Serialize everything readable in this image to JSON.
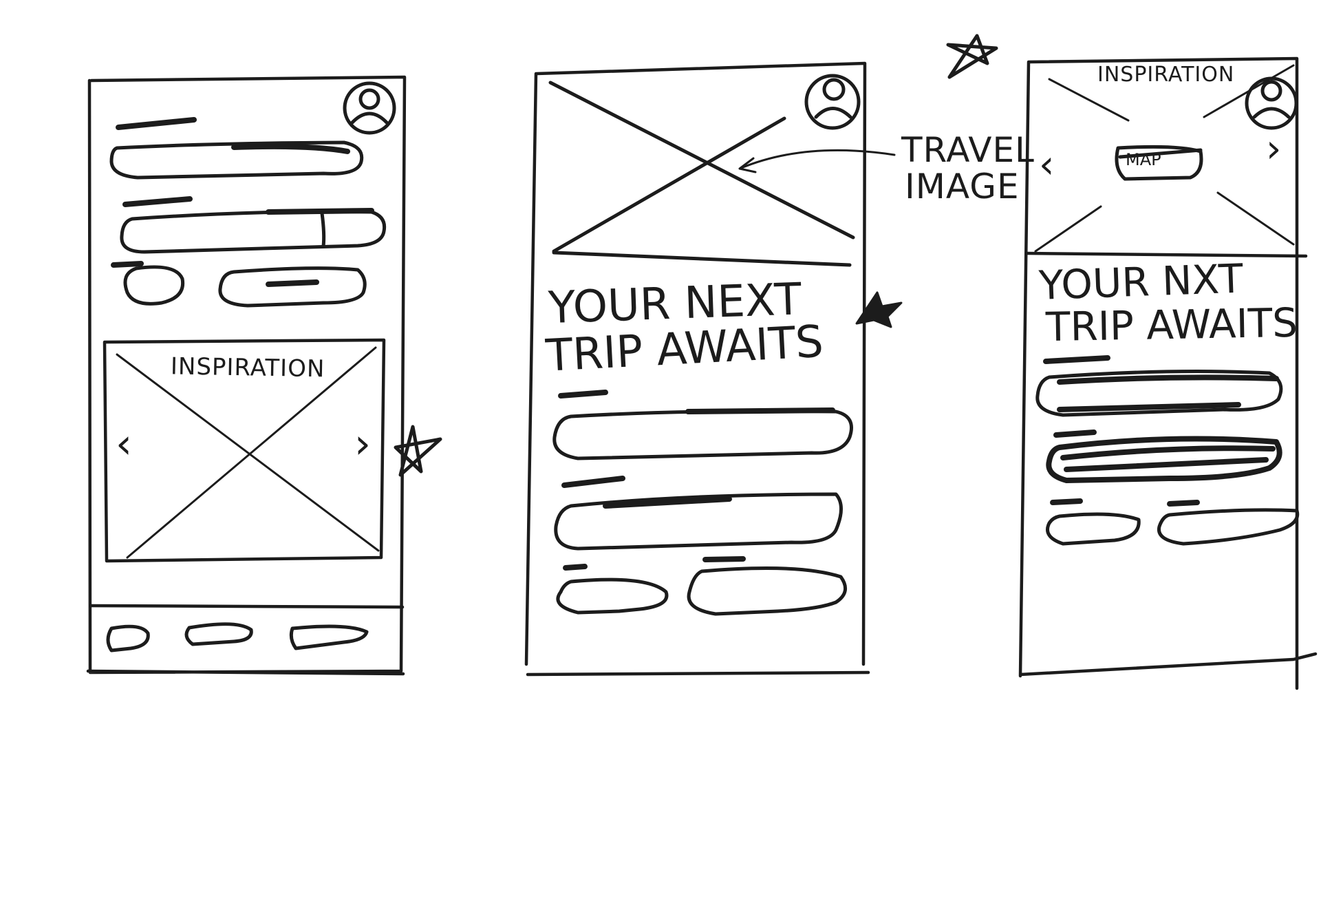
{
  "sketch_1": {
    "carousel_label": "INSPIRATION",
    "prev_arrow": "‹",
    "next_arrow": "›"
  },
  "sketch_2": {
    "headline_line1": "YOUR NEXT",
    "headline_line2": "TRIP AWAITS",
    "annotation_line1": "TRAVEL",
    "annotation_line2": "IMAGE"
  },
  "sketch_3": {
    "carousel_label": "INSPIRATION",
    "struck_label": "MAP",
    "headline_line1": "YOUR NXT",
    "headline_line2": "TRIP AWAITS",
    "prev_arrow": "‹",
    "next_arrow": "›"
  },
  "colors": {
    "ink": "#1c1c1c",
    "paper": "#ffffff"
  }
}
